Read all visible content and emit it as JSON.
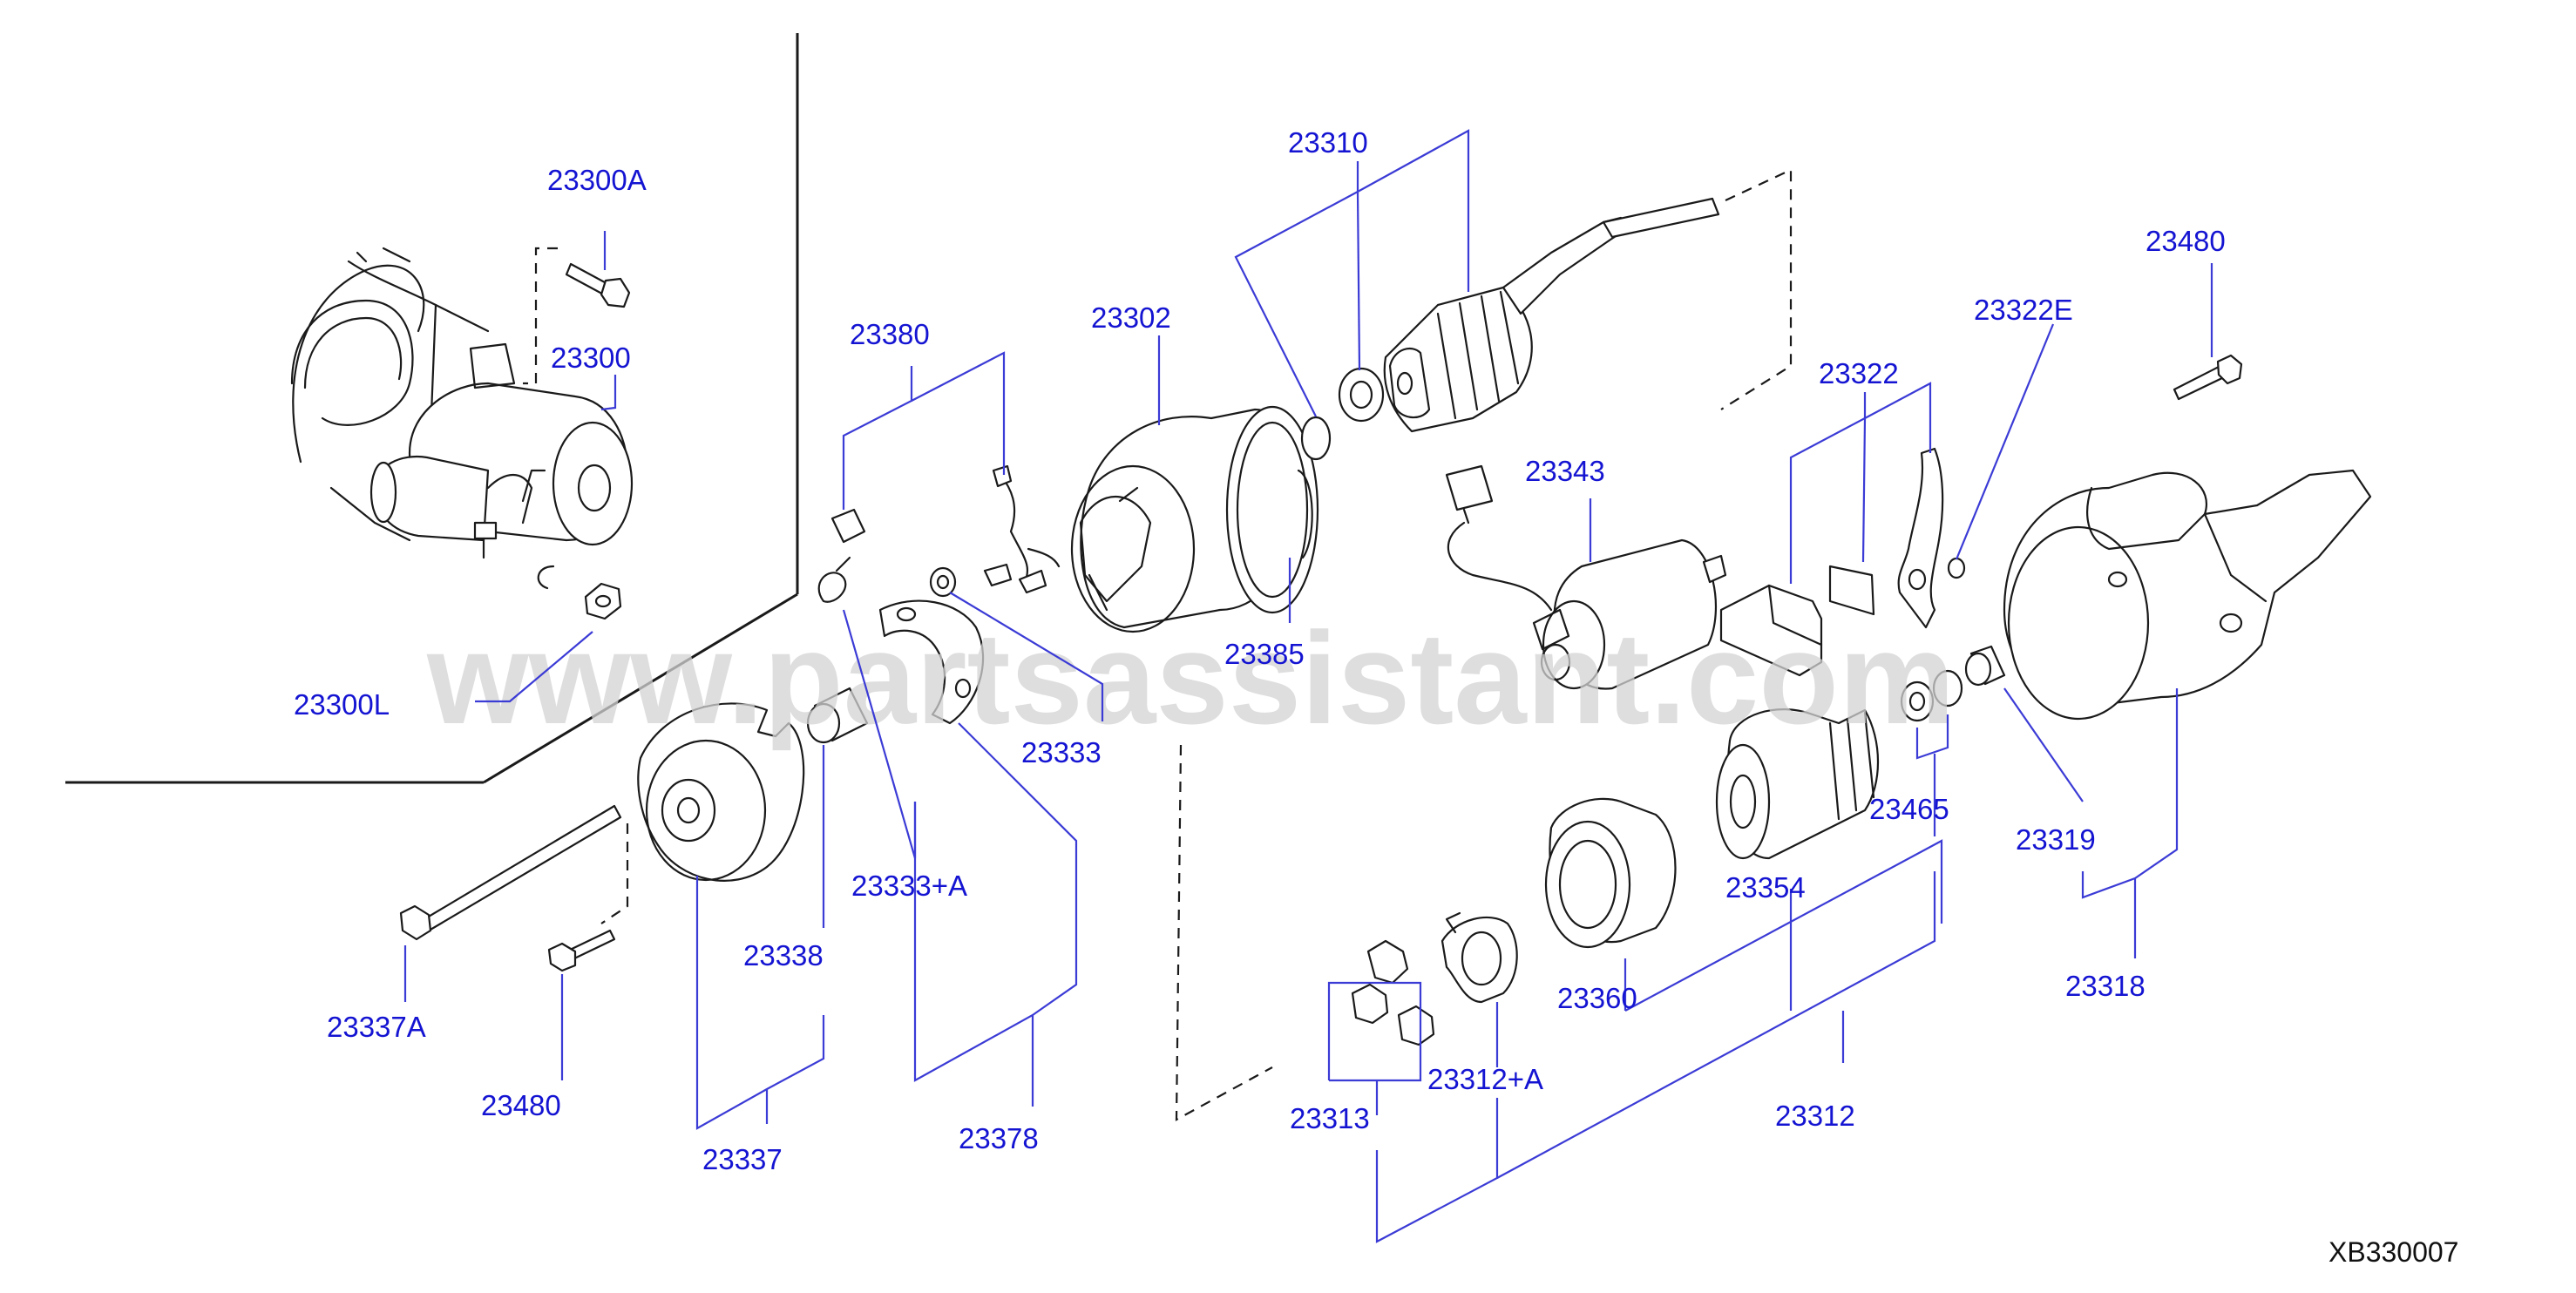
{
  "watermark": "www.partsassistant.com",
  "diagram_ref": "XB330007",
  "labels": {
    "l23300A": "23300A",
    "l23300": "23300",
    "l23300L": "23300L",
    "l23380": "23380",
    "l23302": "23302",
    "l23310": "23310",
    "l23343": "23343",
    "l23322": "23322",
    "l23322E": "23322E",
    "l23480a": "23480",
    "l23385": "23385",
    "l23333": "23333",
    "l23333A": "23333+A",
    "l23338": "23338",
    "l23337A": "23337A",
    "l23480b": "23480",
    "l23337": "23337",
    "l23378": "23378",
    "l23465": "23465",
    "l23319": "23319",
    "l23354": "23354",
    "l23360": "23360",
    "l23318": "23318",
    "l23312A": "23312+A",
    "l23313": "23313",
    "l23312": "23312"
  }
}
